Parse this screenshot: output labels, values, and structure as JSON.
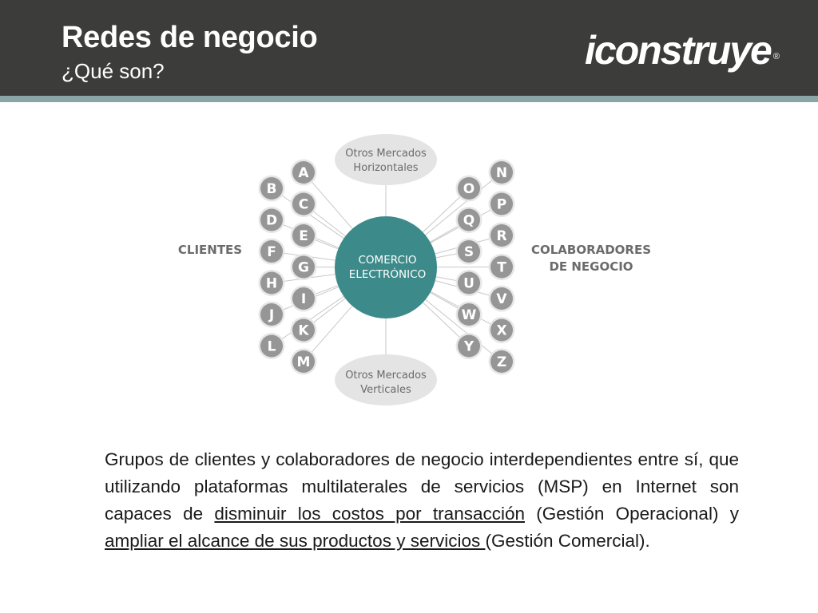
{
  "header": {
    "title": "Redes de negocio",
    "subtitle": "¿Qué son?",
    "logo_text": "iconstruye",
    "logo_mark": "®"
  },
  "colors": {
    "header_bg": "#3c3c3b",
    "accent_teal": "#3d8a8a",
    "stripe": "#8aa5a5",
    "node_gray": "#969696",
    "label_gray": "#6b6b6b"
  },
  "diagram": {
    "center_label": [
      "COMERCIO",
      "ELECTRÓNICO"
    ],
    "left_label": "CLIENTES",
    "right_label": [
      "COLABORADORES",
      "DE NEGOCIO"
    ],
    "top_label": [
      "Otros Mercados",
      "Horizontales"
    ],
    "bottom_label": [
      "Otros Mercados",
      "Verticales"
    ],
    "left_outer_nodes": [
      "B",
      "D",
      "F",
      "H",
      "J",
      "L"
    ],
    "left_inner_nodes": [
      "A",
      "C",
      "E",
      "G",
      "I",
      "K",
      "M"
    ],
    "right_inner_nodes": [
      "O",
      "Q",
      "S",
      "U",
      "W",
      "Y"
    ],
    "right_outer_nodes": [
      "N",
      "P",
      "R",
      "T",
      "V",
      "X",
      "Z"
    ]
  },
  "body": {
    "p1": "Grupos de clientes y colaboradores de negocio interdependientes entre sí, que utilizando plataformas multilaterales de servicios (MSP) en Internet son capaces de ",
    "u1": "disminuir los costos por transacción",
    "p2": " (Gestión Operacional) y ",
    "u2": "ampliar el alcance de sus productos y servicios ",
    "p3": "(Gestión Comercial)."
  }
}
